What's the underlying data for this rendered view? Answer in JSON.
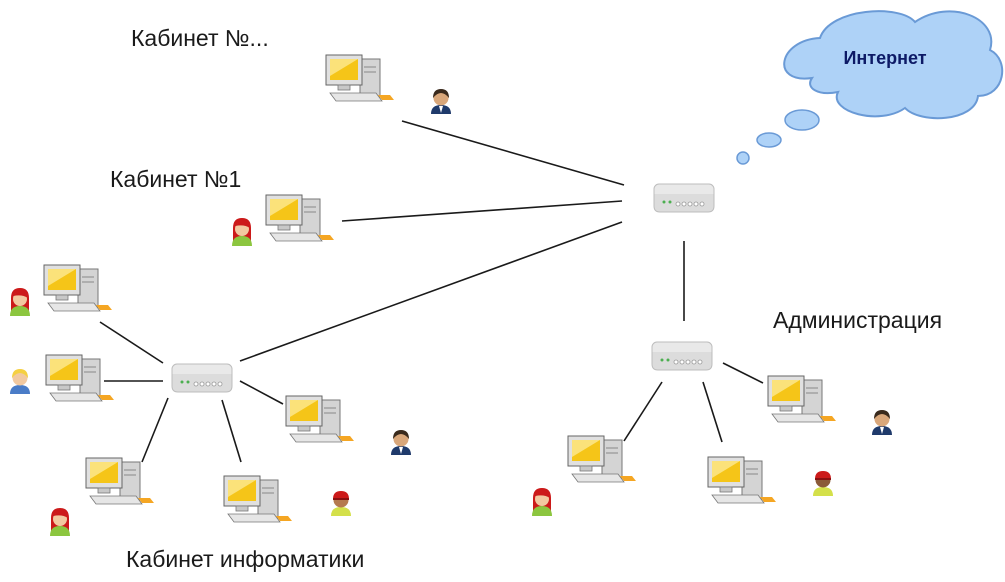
{
  "labels": {
    "cabinet_unknown": "Кабинет №...",
    "cabinet_1": "Кабинет №1",
    "administration": "Администрация",
    "cabinet_informatics": "Кабинет информатики"
  },
  "internet": {
    "label": "Интернет"
  },
  "colors": {
    "cloud_fill": "#aed2f7",
    "cloud_stroke": "#6a9ad6",
    "link_line": "#1a1a1a",
    "switch_body": "#e6e6e6",
    "monitor_screen": "#f5c518"
  },
  "icons": {
    "switch": "network-switch-icon",
    "computer": "desktop-computer-icon",
    "user": "user-avatar-icon",
    "cloud": "internet-cloud-icon"
  }
}
